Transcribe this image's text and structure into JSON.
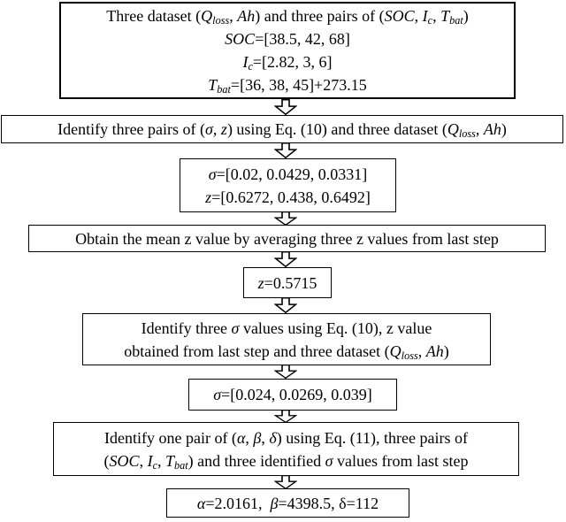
{
  "page": {
    "background_color": "#ffffff",
    "text_color": "#000000",
    "border_color": "#000000",
    "arrow_icon": "hollow-down-arrow"
  },
  "flowchart": {
    "nodes": [
      {
        "name": "datasets-input",
        "lines": [
          [
            {
              "t": "Three dataset ("
            },
            {
              "t": "Q",
              "i": true
            },
            {
              "t": "loss",
              "i": true,
              "sub": true
            },
            {
              "t": ", "
            },
            {
              "t": "Ah",
              "i": true
            },
            {
              "t": ") and three pairs of ("
            },
            {
              "t": "SOC",
              "i": true
            },
            {
              "t": ", "
            },
            {
              "t": "I",
              "i": true
            },
            {
              "t": "c",
              "i": true,
              "sub": true
            },
            {
              "t": ", "
            },
            {
              "t": "T",
              "i": true
            },
            {
              "t": "bat",
              "i": true,
              "sub": true
            },
            {
              "t": ")"
            }
          ],
          [
            {
              "t": "SOC",
              "i": true
            },
            {
              "t": "=[38.5, 42, 68]"
            }
          ],
          [
            {
              "t": "I",
              "i": true
            },
            {
              "t": "c",
              "i": true,
              "sub": true
            },
            {
              "t": "=[2.82, 3, 6]"
            }
          ],
          [
            {
              "t": "T",
              "i": true
            },
            {
              "t": "bat",
              "i": true,
              "sub": true
            },
            {
              "t": "=[36, 38, 45]+273.15"
            }
          ]
        ]
      },
      {
        "name": "identify-sigma-z-pairs",
        "lines": [
          [
            {
              "t": "Identify three pairs of ("
            },
            {
              "t": "σ",
              "i": true
            },
            {
              "t": ", "
            },
            {
              "t": "z",
              "i": true
            },
            {
              "t": ") using Eq. (10) and three dataset ("
            },
            {
              "t": "Q",
              "i": true
            },
            {
              "t": "loss",
              "i": true,
              "sub": true
            },
            {
              "t": ", "
            },
            {
              "t": "Ah",
              "i": true
            },
            {
              "t": ")"
            }
          ]
        ]
      },
      {
        "name": "sigma-z-values",
        "lines": [
          [
            {
              "t": "σ",
              "i": true
            },
            {
              "t": "=[0.02, 0.0429, 0.0331]"
            }
          ],
          [
            {
              "t": "z",
              "i": true
            },
            {
              "t": "=[0.6272, 0.438, 0.6492]"
            }
          ]
        ]
      },
      {
        "name": "mean-z-step",
        "lines": [
          [
            {
              "t": "Obtain the mean z value by averaging three z values from last step"
            }
          ]
        ]
      },
      {
        "name": "z-value",
        "lines": [
          [
            {
              "t": "z",
              "i": true
            },
            {
              "t": "=0.5715"
            }
          ]
        ]
      },
      {
        "name": "identify-sigma-values",
        "lines": [
          [
            {
              "t": "Identify three "
            },
            {
              "t": "σ",
              "i": true
            },
            {
              "t": " values using Eq. (10), z value"
            }
          ],
          [
            {
              "t": "obtained from last step and three dataset ("
            },
            {
              "t": "Q",
              "i": true
            },
            {
              "t": "loss",
              "i": true,
              "sub": true
            },
            {
              "t": ", "
            },
            {
              "t": "Ah",
              "i": true
            },
            {
              "t": ")"
            }
          ]
        ]
      },
      {
        "name": "sigma-values",
        "lines": [
          [
            {
              "t": "σ",
              "i": true
            },
            {
              "t": "=[0.024, 0.0269, 0.039]"
            }
          ]
        ]
      },
      {
        "name": "identify-alpha-beta-delta",
        "lines": [
          [
            {
              "t": "Identify one pair of ("
            },
            {
              "t": "α",
              "i": true
            },
            {
              "t": ", "
            },
            {
              "t": "β",
              "i": true
            },
            {
              "t": ", "
            },
            {
              "t": "δ",
              "i": true
            },
            {
              "t": ") using Eq. (11), three pairs of"
            }
          ],
          [
            {
              "t": "("
            },
            {
              "t": "SOC",
              "i": true
            },
            {
              "t": ", "
            },
            {
              "t": "I",
              "i": true
            },
            {
              "t": "c",
              "i": true,
              "sub": true
            },
            {
              "t": ", "
            },
            {
              "t": "T",
              "i": true
            },
            {
              "t": "bat",
              "i": true,
              "sub": true
            },
            {
              "t": ") and three identified "
            },
            {
              "t": "σ",
              "i": true
            },
            {
              "t": " values from last step"
            }
          ]
        ]
      },
      {
        "name": "alpha-beta-delta-values",
        "lines": [
          [
            {
              "t": "α",
              "i": true
            },
            {
              "t": "=2.0161,  "
            },
            {
              "t": "β",
              "i": true
            },
            {
              "t": "=4398.5, δ=112"
            }
          ]
        ]
      }
    ]
  }
}
